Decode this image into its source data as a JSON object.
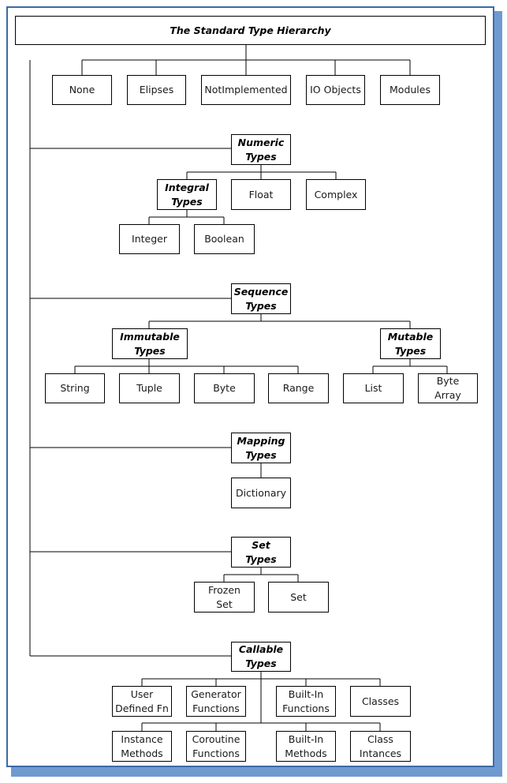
{
  "title": "The Standard Type Hierarchy",
  "top_types": [
    "None",
    "Elipses",
    "NotImplemented",
    "IO Objects",
    "Modules"
  ],
  "numeric": {
    "label": "Numeric\nTypes",
    "integral": {
      "label": "Integral\nTypes",
      "children": [
        "Integer",
        "Boolean"
      ]
    },
    "float": "Float",
    "complex": "Complex"
  },
  "sequence": {
    "label": "Sequence\nTypes",
    "immutable": {
      "label": "Immutable\nTypes",
      "children": [
        "String",
        "Tuple",
        "Byte",
        "Range"
      ]
    },
    "mutable": {
      "label": "Mutable\nTypes",
      "children": [
        "List",
        "Byte\nArray"
      ]
    }
  },
  "mapping": {
    "label": "Mapping\nTypes",
    "children": [
      "Dictionary"
    ]
  },
  "set": {
    "label": "Set\nTypes",
    "children": [
      "Frozen\nSet",
      "Set"
    ]
  },
  "callable": {
    "label": "Callable\nTypes",
    "row1": [
      "User\nDefined Fn",
      "Generator\nFunctions",
      "Built-In\nFunctions",
      "Classes"
    ],
    "row2": [
      "Instance\nMethods",
      "Coroutine\nFunctions",
      "Built-In\nMethods",
      "Class\nIntances"
    ]
  }
}
